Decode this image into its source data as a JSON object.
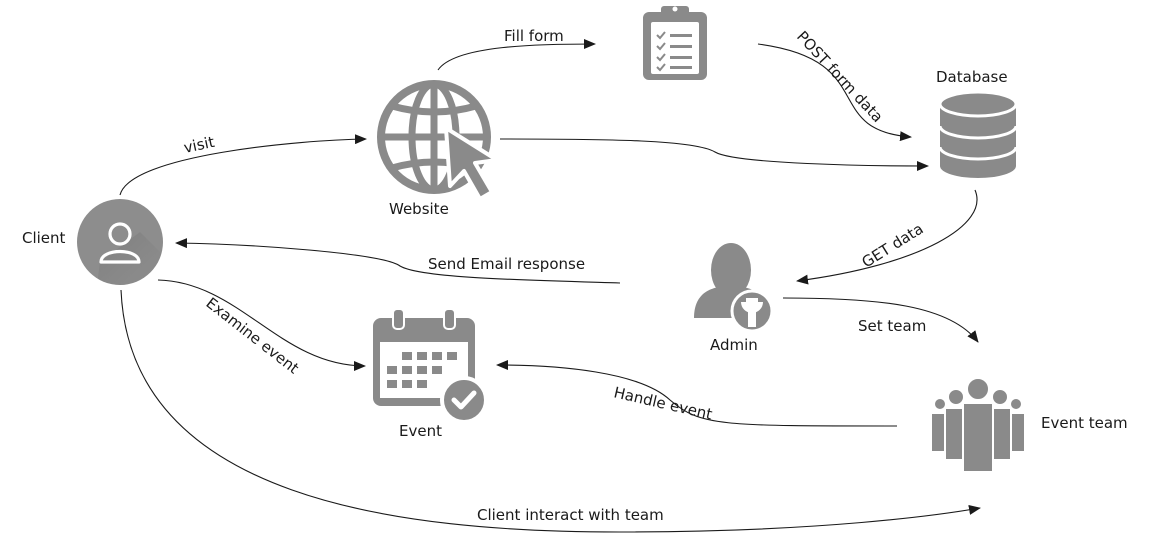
{
  "colors": {
    "icon": "#8a8a8a",
    "icon_dark": "#7a7a7a",
    "line": "#1a1a1a",
    "background": "#ffffff"
  },
  "nodes": {
    "client": {
      "label": "Client",
      "icon": "user-avatar-icon"
    },
    "website": {
      "label": "Website",
      "icon": "globe-cursor-icon"
    },
    "form": {
      "label": "",
      "icon": "clipboard-checklist-icon"
    },
    "database": {
      "label": "Database",
      "icon": "database-icon"
    },
    "admin": {
      "label": "Admin",
      "icon": "admin-wrench-icon"
    },
    "event": {
      "label": "Event",
      "icon": "calendar-check-icon"
    },
    "event_team": {
      "label": "Event team",
      "icon": "team-group-icon"
    }
  },
  "edges": {
    "visit": "visit",
    "fill_form": "Fill form",
    "post_form_data": "POST form data",
    "get_data": "GET data",
    "send_email": "Send Email response",
    "set_team": "Set team",
    "examine_event": "Examine event",
    "handle_event": "Handle event",
    "client_interact": "Client interact with team"
  }
}
